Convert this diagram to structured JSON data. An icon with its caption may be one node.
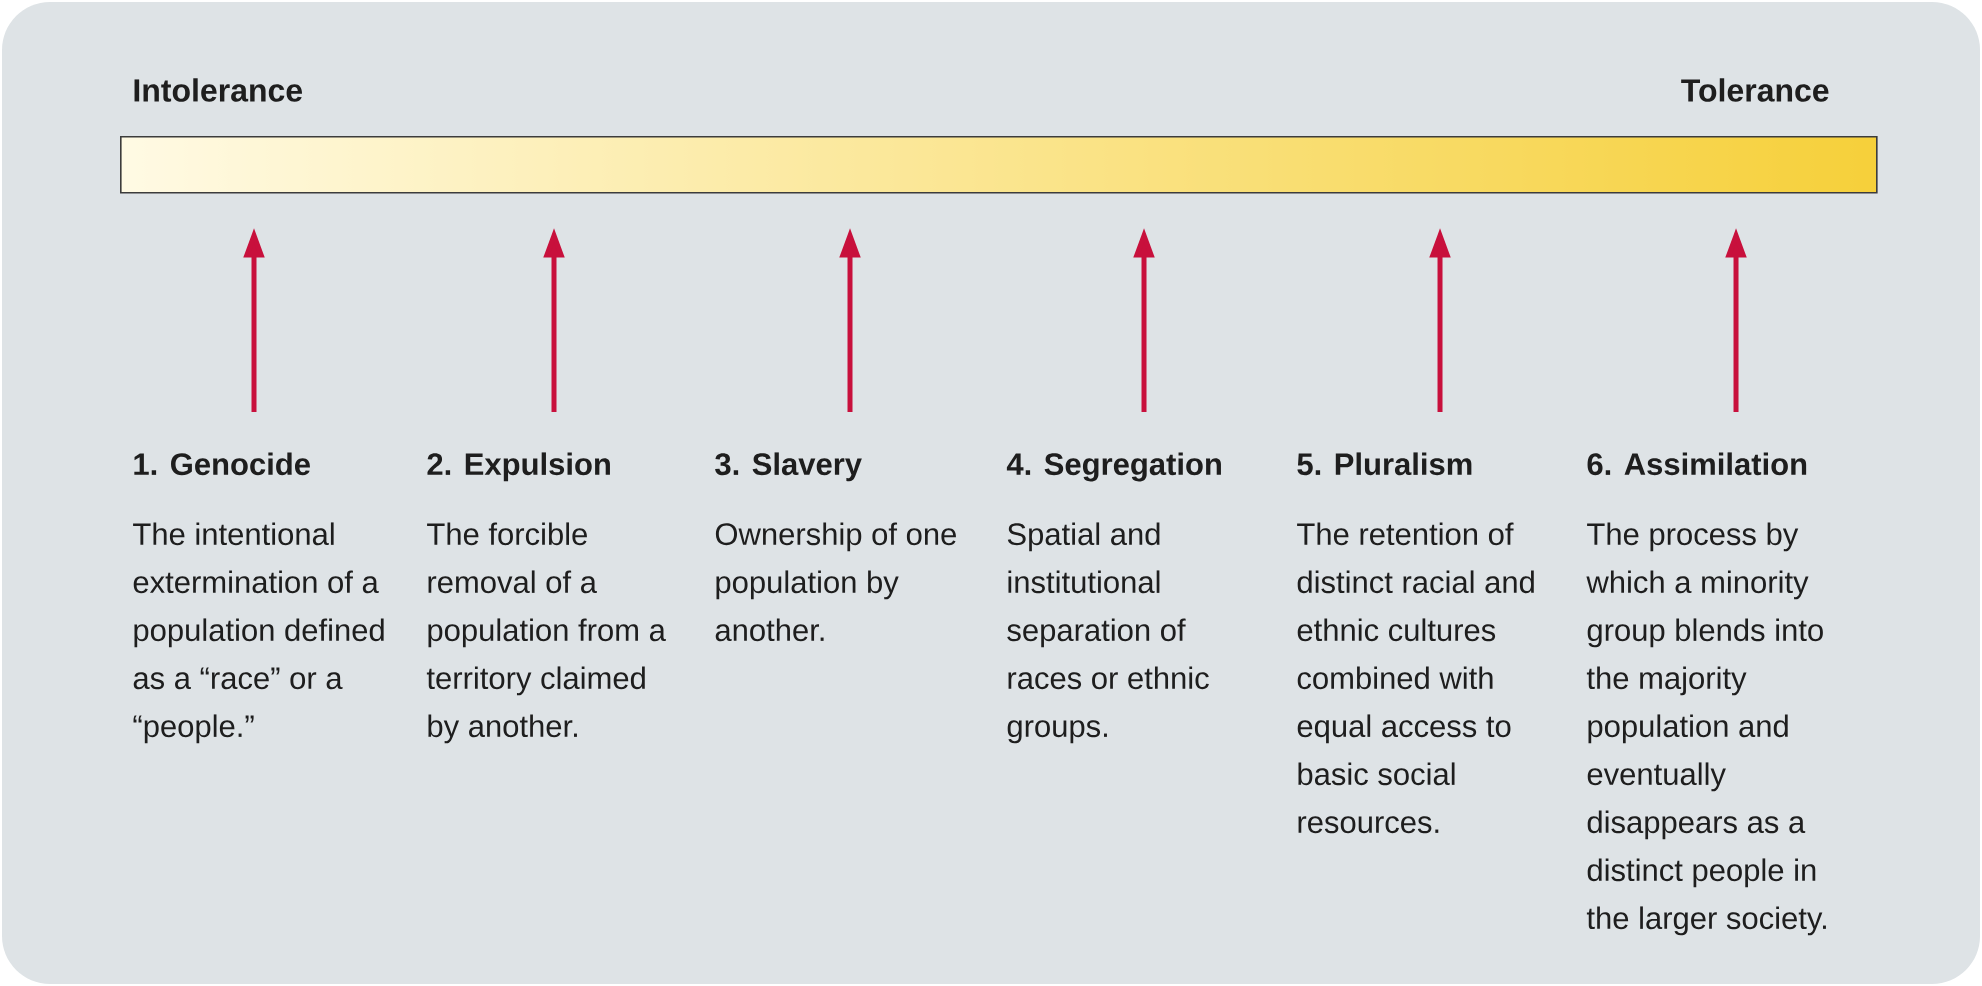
{
  "diagram": {
    "nodes": [
      {
        "text": [],
        "shape": "bar"
      },
      {
        "text": [
          "1. Genocide",
          "The intentional extermination of a population defined as a “race” or a “people.”"
        ]
      },
      {
        "text": [
          "2. Expulsion",
          "The forcible removal of a population from a territory claimed by another."
        ]
      },
      {
        "text": [
          "3. Slavery",
          "Ownership of one population by another."
        ]
      },
      {
        "text": [
          "4. Segregation",
          "Spatial and institutional separation of races or ethnic groups."
        ]
      },
      {
        "text": [
          "5. Pluralism",
          "The retention of distinct racial and ethnic cultures combined with equal access to basic social resources."
        ]
      },
      {
        "text": [
          "6. Assimilation",
          "The process by which a minority group blends into the majority population and eventually disappears as a distinct people in the larger society."
        ]
      }
    ],
    "edges": [
      {
        "from": 1,
        "to": 0,
        "arrow": "to",
        "color": "#c8103c"
      },
      {
        "from": 2,
        "to": 0,
        "arrow": "to",
        "color": "#c8103c"
      },
      {
        "from": 3,
        "to": 0,
        "arrow": "to",
        "color": "#c8103c"
      },
      {
        "from": 4,
        "to": 0,
        "arrow": "to",
        "color": "#c8103c"
      },
      {
        "from": 5,
        "to": 0,
        "arrow": "to",
        "color": "#c8103c"
      },
      {
        "from": 6,
        "to": 0,
        "arrow": "to",
        "color": "#c8103c"
      }
    ],
    "labels": [
      "Intolerance",
      "Tolerance"
    ]
  }
}
